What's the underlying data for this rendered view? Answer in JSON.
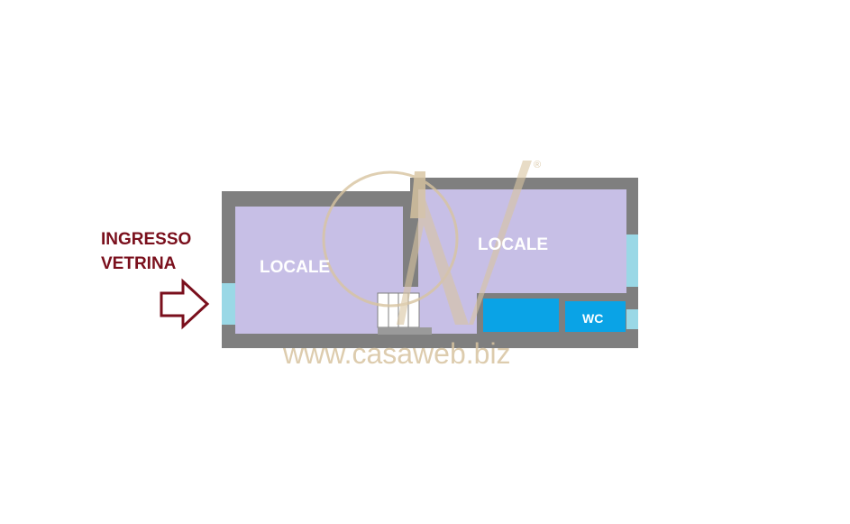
{
  "entry": {
    "line1": "INGRESSO",
    "line2": "VETRINA",
    "arrow_icon": "arrow-right-outline-icon"
  },
  "rooms": {
    "left_label": "LOCALE",
    "right_label": "LOCALE",
    "bathroom_label": "WC"
  },
  "watermark": {
    "url": "www.casaweb.biz",
    "registered_mark": "®",
    "logo_icon": "casaweb-w-logo-icon"
  },
  "colors": {
    "wall": "#7f7f7f",
    "room_fill": "#c7bfe6",
    "window": "#9ad8e6",
    "bathroom": "#0aa3e6",
    "entry_text": "#7a0f1c",
    "watermark": "#d8c4a0"
  }
}
